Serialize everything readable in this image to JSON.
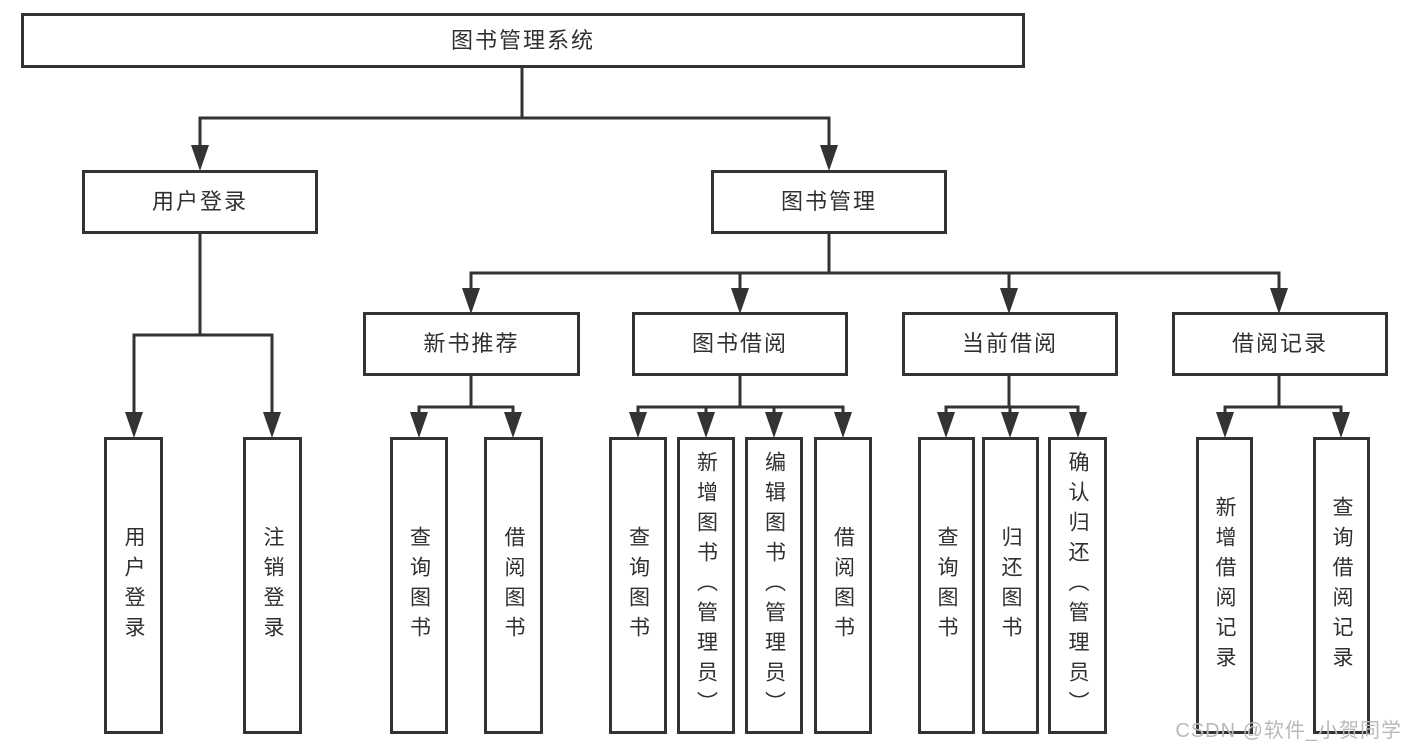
{
  "diagram": {
    "root": {
      "label": "图书管理系统"
    },
    "user_login": {
      "label": "用户登录",
      "children": {
        "login": {
          "label": "用户登录"
        },
        "logout": {
          "label": "注销登录"
        }
      }
    },
    "book_management": {
      "label": "图书管理",
      "children": {
        "new_book_recommend": {
          "label": "新书推荐",
          "children": {
            "query_book": {
              "label": "查询图书"
            },
            "borrow_book": {
              "label": "借阅图书"
            }
          }
        },
        "book_borrow": {
          "label": "图书借阅",
          "children": {
            "query_book": {
              "label": "查询图书"
            },
            "add_book": {
              "label": "新增图书（管理员）"
            },
            "edit_book": {
              "label": "编辑图书（管理员）"
            },
            "borrow_book": {
              "label": "借阅图书"
            }
          }
        },
        "current_borrow": {
          "label": "当前借阅",
          "children": {
            "query_book": {
              "label": "查询图书"
            },
            "return_book": {
              "label": "归还图书"
            },
            "confirm_return": {
              "label": "确认归还（管理员）"
            }
          }
        },
        "borrow_records": {
          "label": "借阅记录",
          "children": {
            "add_record": {
              "label": "新增借阅记录"
            },
            "query_record": {
              "label": "查询借阅记录"
            }
          }
        }
      }
    }
  },
  "watermark": {
    "text": "CSDN @软件_小贺同学"
  },
  "colors": {
    "line": "#333333",
    "box_border": "#333333",
    "text": "#303030",
    "watermark": "#b9b9b9",
    "background": "#ffffff"
  }
}
